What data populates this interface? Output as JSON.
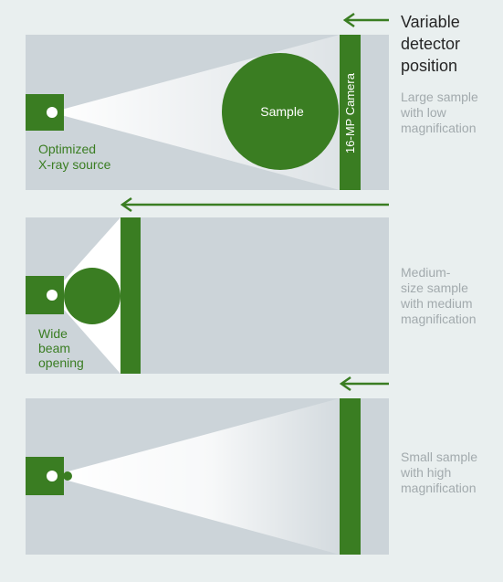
{
  "header": {
    "title_lines": [
      "Variable",
      "detector",
      "position"
    ]
  },
  "panels": [
    {
      "source_label_lines": [
        "Optimized",
        "X-ray source"
      ],
      "sample_label": "Sample",
      "camera_label": "16-MP Camera",
      "caption_lines": [
        "Large sample",
        "with low",
        "magnification"
      ]
    },
    {
      "source_label_lines": [
        "Wide",
        "beam",
        "opening"
      ],
      "caption_lines": [
        "Medium-",
        "size sample",
        "with medium",
        "magnification"
      ]
    },
    {
      "caption_lines": [
        "Small sample",
        "with high",
        "magnification"
      ]
    }
  ],
  "colors": {
    "background": "#e9efef",
    "panel": "#ccd4d9",
    "green": "#3a7d22",
    "caption_gray": "#a2aaad",
    "title_dark": "#262626"
  }
}
